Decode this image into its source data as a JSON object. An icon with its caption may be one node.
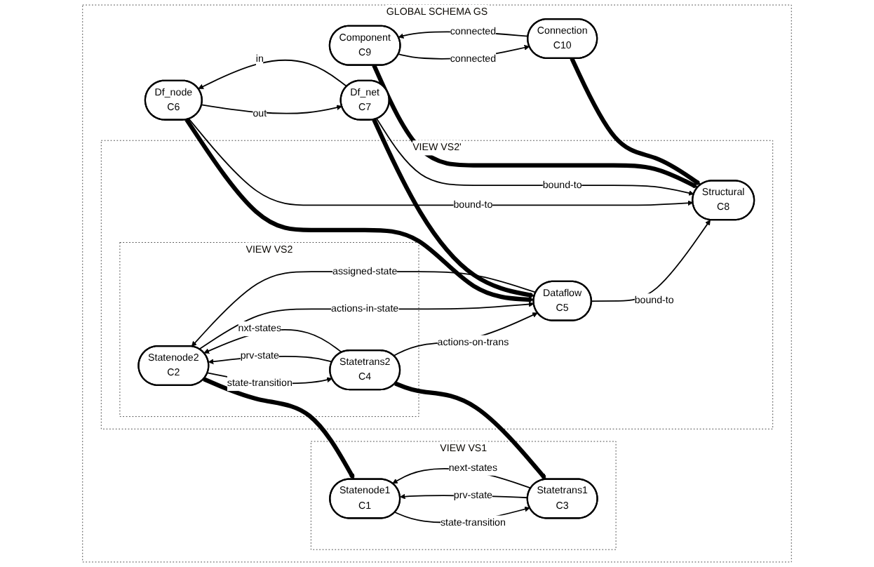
{
  "diagram": {
    "nodes": [
      {
        "text": [
          "GLOBAL SCHEMA GS"
        ]
      },
      {
        "text": [
          "VIEW VS1"
        ],
        "in": 0
      },
      {
        "text": [
          "Statenode1",
          "C1"
        ],
        "in": 1
      },
      {
        "text": [
          "Statetrans1",
          "C3"
        ],
        "in": 1
      },
      {
        "text": [
          "VIEW VS2'"
        ],
        "in": 0
      },
      {
        "text": [
          "VIEW VS2"
        ],
        "in": 4
      },
      {
        "text": [
          "Statenode2",
          "C2"
        ],
        "in": 5
      },
      {
        "text": [
          "Statetrans2",
          "C4"
        ],
        "in": 5
      },
      {
        "text": [
          "Dataflow",
          "C5"
        ],
        "in": 4
      },
      {
        "text": [
          "Structural",
          "C8"
        ],
        "in": 4
      },
      {
        "text": [
          "Df_node",
          "C6"
        ],
        "in": 0
      },
      {
        "text": [
          "Df_net",
          "C7"
        ],
        "in": 0
      },
      {
        "text": [
          "Component",
          "C9"
        ],
        "in": 0
      },
      {
        "text": [
          "Connection",
          "C10"
        ],
        "in": 0
      }
    ],
    "edges": [
      {
        "from": 3,
        "to": 2,
        "arrow": "to",
        "label": "prv-state"
      },
      {
        "from": 2,
        "to": 3,
        "arrow": "to",
        "label": "state-transition"
      },
      {
        "from": 3,
        "to": 2,
        "arrow": "to",
        "label": "next-states"
      },
      {
        "from": 6,
        "to": 2,
        "arrow": "to",
        "style": "thick"
      },
      {
        "from": 7,
        "to": 3,
        "arrow": "to",
        "style": "thick"
      },
      {
        "from": 7,
        "to": 6,
        "arrow": "to",
        "label": "prv-state"
      },
      {
        "from": 6,
        "to": 7,
        "arrow": "to",
        "label": "state-transition"
      },
      {
        "from": 7,
        "to": 6,
        "arrow": "to",
        "label": "nxt-states"
      },
      {
        "from": 7,
        "to": 8,
        "arrow": "to",
        "label": "actions-on-trans"
      },
      {
        "from": 8,
        "to": 6,
        "arrow": "to",
        "label": "assigned-state"
      },
      {
        "from": 6,
        "to": 8,
        "arrow": "to",
        "label": "actions-in-state"
      },
      {
        "from": 10,
        "to": 8,
        "arrow": "to",
        "style": "thick"
      },
      {
        "from": 11,
        "to": 8,
        "arrow": "to",
        "style": "thick"
      },
      {
        "from": 10,
        "to": 11,
        "arrow": "to",
        "label": "out"
      },
      {
        "from": 11,
        "to": 10,
        "arrow": "to",
        "label": "in"
      },
      {
        "from": 8,
        "to": 9,
        "arrow": "to",
        "label": "bound-to"
      },
      {
        "from": 10,
        "to": 9,
        "arrow": "to",
        "label": "bound-to"
      },
      {
        "from": 11,
        "to": 9,
        "arrow": "to",
        "label": "bound-to"
      },
      {
        "from": 12,
        "to": 9,
        "arrow": "to",
        "style": "thick"
      },
      {
        "from": 13,
        "to": 9,
        "arrow": "to",
        "style": "thick"
      },
      {
        "from": 12,
        "to": 13,
        "arrow": "to",
        "label": "connected"
      },
      {
        "from": 13,
        "to": 12,
        "arrow": "to",
        "label": "connected"
      }
    ]
  }
}
